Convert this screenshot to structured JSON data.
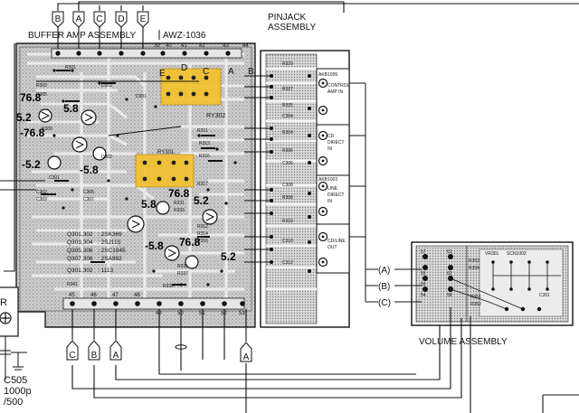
{
  "diagram": {
    "title_buffer": "BUFFER AMP ASSEMBLY",
    "title_awz": "AWZ-1036",
    "title_pinjack_1": "PINJACK",
    "title_pinjack_2": "ASSEMBLY",
    "title_volume": "VOLUME ASSEMBLY",
    "top_letters": [
      "B",
      "A",
      "C",
      "D",
      "E"
    ],
    "bottom_letters": [
      "C",
      "B",
      "A",
      "A"
    ],
    "circle_letters": [
      "A",
      "B",
      "C"
    ],
    "relay_ry302": "RY302",
    "relay_ry301": "RY301",
    "pin_numbers_top": [
      "39",
      "40",
      "41",
      "42",
      "43",
      "44"
    ],
    "pin_numbers_bottom": [
      "45",
      "46",
      "47",
      "48",
      "49",
      "50",
      "51",
      "52",
      "53"
    ],
    "relay_letters": [
      "E",
      "D",
      "C",
      "A",
      "B"
    ],
    "voltages": [
      "76.8",
      "5.8",
      "5.2",
      "-76.8",
      "-5.2",
      "-5.8",
      "76.8",
      "5.2",
      "5.8",
      "-5.8",
      "76.8",
      "5.2"
    ],
    "jack_labels": [
      [
        "CONTROL",
        "AMP IN"
      ],
      [
        "CD",
        "DIRECT",
        "IN"
      ],
      [
        "LINE",
        "DIRECT",
        "IN"
      ],
      [
        "CD/LINE",
        "OUT"
      ]
    ],
    "jack_ids": [
      "AKB1005",
      "AKB1003"
    ],
    "transistor_table": [
      [
        "Q301,302",
        ": 2SK369"
      ],
      [
        "Q303,304",
        ": 2SJ110"
      ],
      [
        "Q305,306",
        ": 2SC1845"
      ],
      [
        "Q307,308",
        ": 2SA992"
      ],
      [
        "Q301,302",
        ": 1113"
      ]
    ],
    "component_labels": [
      "R301",
      "R303",
      "R305",
      "R309",
      "R311",
      "R313",
      "R315",
      "R317",
      "R331",
      "R333",
      "R335",
      "R337",
      "R339",
      "R341",
      "C301",
      "C302",
      "C303",
      "C305",
      "C307",
      "D301",
      "D302",
      "D303",
      "R329",
      "R327",
      "R325",
      "R304",
      "R306",
      "R308",
      "R310",
      "C304",
      "C306",
      "C308",
      "C310",
      "C312",
      "R312",
      "R314",
      "R316"
    ],
    "volume_pins": [
      "57",
      "61",
      "55",
      "62",
      "56",
      "58",
      "54"
    ],
    "volume_components": [
      "VR301",
      "SCN1002",
      "R353",
      "R354",
      "R351",
      "R352",
      "C351"
    ],
    "left_fragment": {
      "letter": "R",
      "cap_id": "C505",
      "cap_value": "1000p",
      "cap_volt": "/500"
    }
  }
}
